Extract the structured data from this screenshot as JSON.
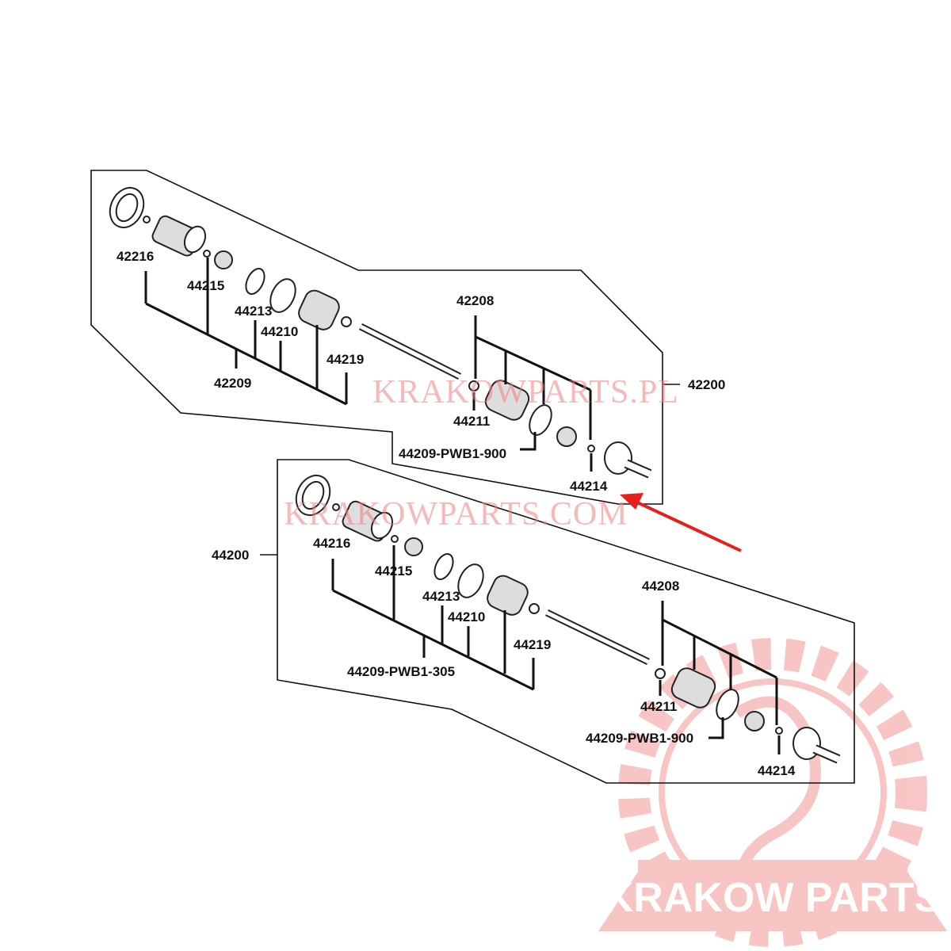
{
  "watermarks": {
    "top": "KRAKOWPARTS.PL",
    "middle": "KRAKOWPARTS.COM",
    "logo": "KRAKOW PARTS"
  },
  "colors": {
    "arrow": "#e8201c",
    "watermark": "#f08080"
  },
  "top_assembly": {
    "assembly_label": "42200",
    "labels": {
      "l42216": "42216",
      "l44215": "44215",
      "l44213": "44213",
      "l44210": "44210",
      "l44219": "44219",
      "l42209": "42209",
      "l42208": "42208",
      "l44211": "44211",
      "l44209_900": "44209-PWB1-900",
      "l44214": "44214"
    }
  },
  "bottom_assembly": {
    "assembly_label": "44200",
    "labels": {
      "l44216": "44216",
      "l44215": "44215",
      "l44213": "44213",
      "l44210": "44210",
      "l44219": "44219",
      "l44209_305": "44209-PWB1-305",
      "l44208": "44208",
      "l44211": "44211",
      "l44209_900": "44209-PWB1-900",
      "l44214": "44214"
    }
  }
}
